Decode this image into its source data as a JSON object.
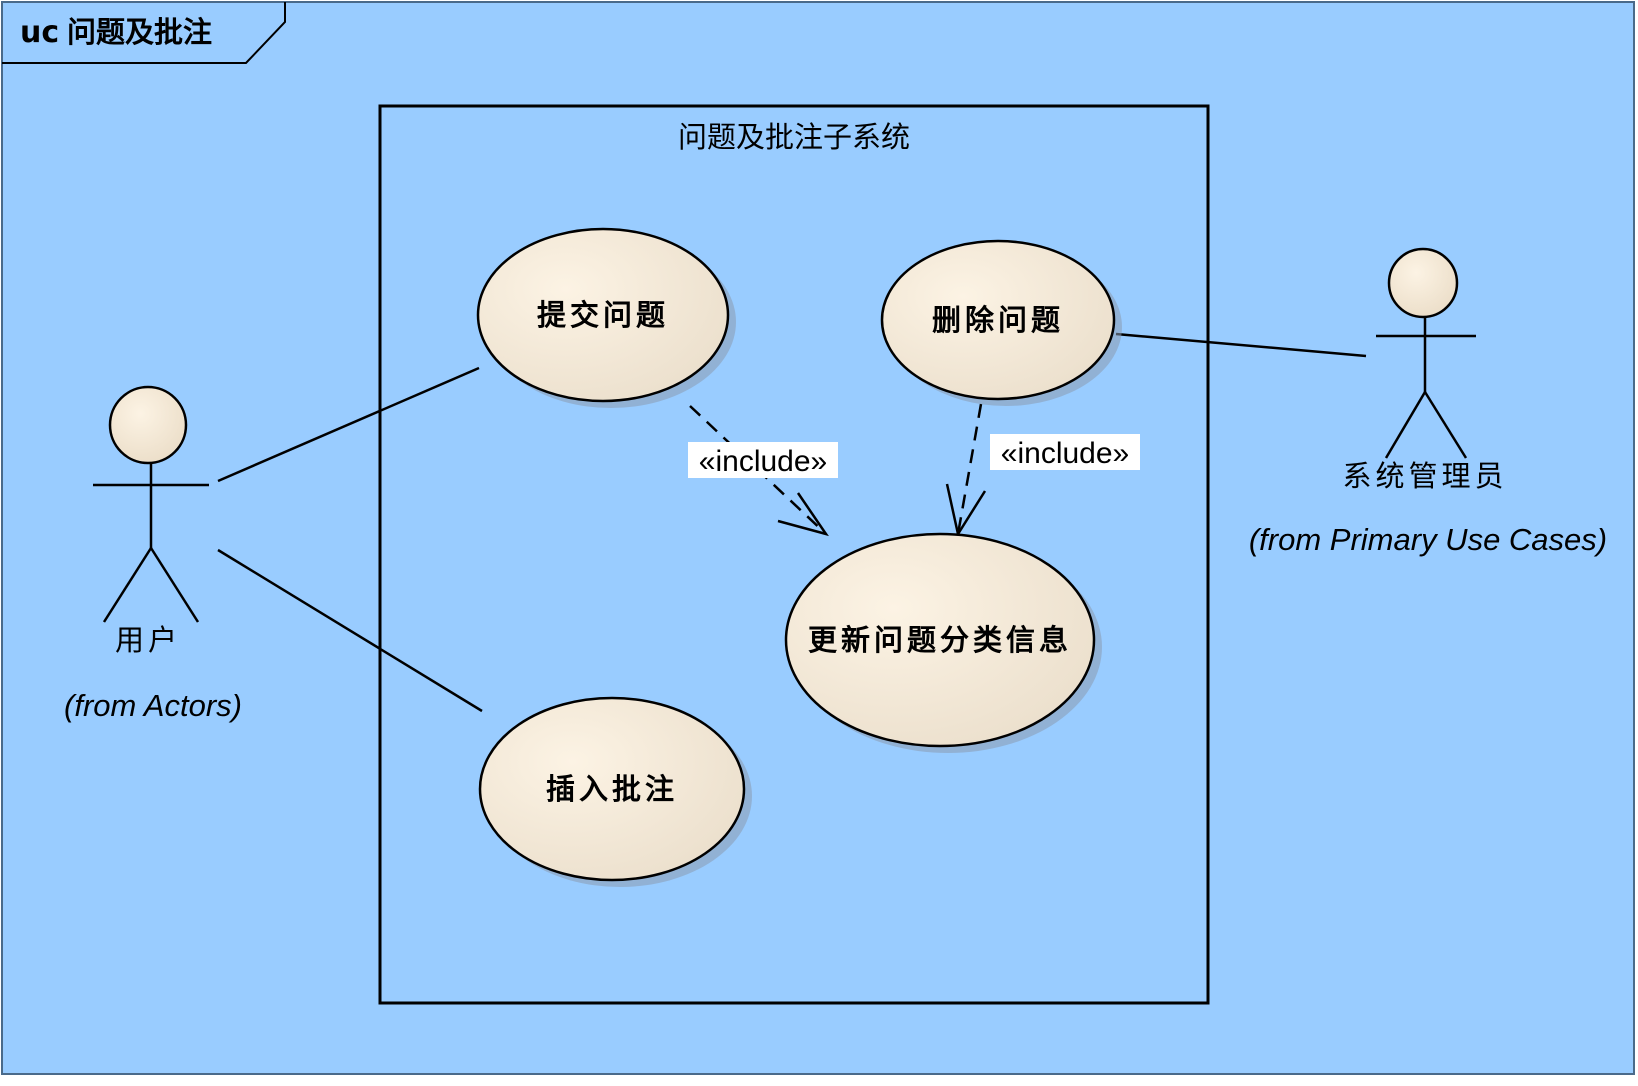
{
  "frame": {
    "kind": "uc",
    "title": "问题及批注"
  },
  "boundary": {
    "title": "问题及批注子系统"
  },
  "use_cases": {
    "submit_issue": "提交问题",
    "delete_issue": "删除问题",
    "update_category": "更新问题分类信息",
    "insert_annotation": "插入批注"
  },
  "actors": {
    "user": {
      "name": "用户",
      "from": "(from Actors)"
    },
    "admin": {
      "name": "系统管理员",
      "from": "(from Primary Use Cases)"
    }
  },
  "relations": {
    "include_1": "«include»",
    "include_2": "«include»"
  },
  "colors": {
    "background": "#99ccff",
    "use_case_fill": "#f8ecd8",
    "shadow": "#8a9bb0"
  }
}
